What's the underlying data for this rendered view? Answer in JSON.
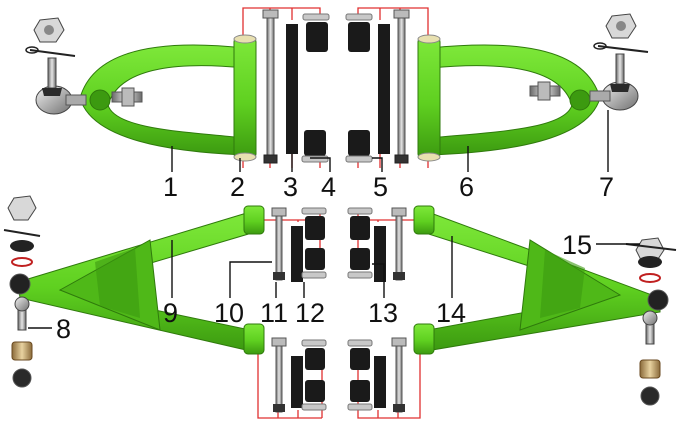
{
  "callouts": [
    {
      "num": "1"
    },
    {
      "num": "2"
    },
    {
      "num": "3"
    },
    {
      "num": "4"
    },
    {
      "num": "5"
    },
    {
      "num": "6"
    },
    {
      "num": "7"
    },
    {
      "num": "8"
    },
    {
      "num": "9"
    },
    {
      "num": "10"
    },
    {
      "num": "11"
    },
    {
      "num": "12"
    },
    {
      "num": "13"
    },
    {
      "num": "14"
    },
    {
      "num": "15"
    }
  ],
  "colors": {
    "arm_green": "#5fd020",
    "arm_green_dark": "#3c9a10",
    "leader": "#111111",
    "assembly_line": "#e03030",
    "bushing": "#1a1a1a",
    "washer": "#c8c8c8",
    "bolt": "#9a9a9a"
  }
}
